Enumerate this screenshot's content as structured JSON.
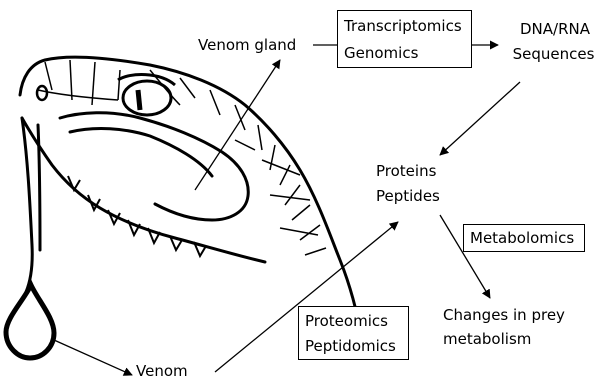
{
  "labels": {
    "venom_gland": "Venom gland",
    "dna_rna": "DNA/RNA",
    "sequences": "Sequences",
    "proteins": "Proteins",
    "peptides": "Peptides",
    "changes_in_prey": "Changes in prey",
    "metabolism": "metabolism",
    "venom": "Venom"
  },
  "boxes": {
    "genomics_box": {
      "line1": "Transcriptomics",
      "line2": "Genomics"
    },
    "metabolomics_box": {
      "line1": "Metabolomics"
    },
    "proteomics_box": {
      "line1": "Proteomics",
      "line2": "Peptidomics"
    }
  }
}
